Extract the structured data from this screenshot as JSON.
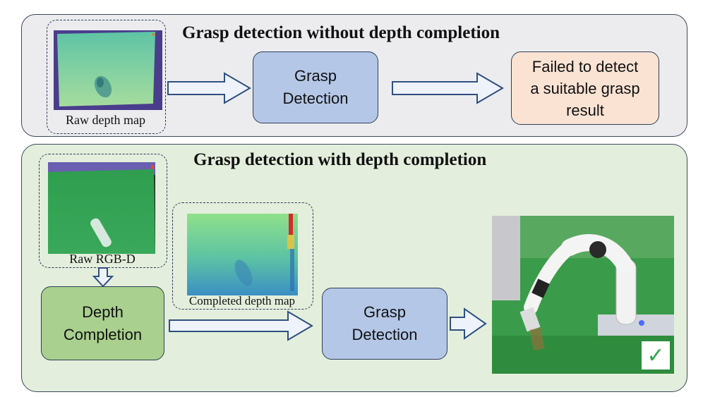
{
  "top": {
    "title": "Grasp detection without depth completion",
    "raw_depth_caption": "Raw depth map",
    "grasp_box": [
      "Grasp",
      "Detection"
    ],
    "result_box": [
      "Failed to detect",
      "a suitable grasp",
      "result"
    ]
  },
  "bottom": {
    "title": "Grasp detection with depth completion",
    "rgbd_caption": "Raw RGB-D",
    "completed_caption": "Completed depth map",
    "depth_box": [
      "Depth",
      "Completion"
    ],
    "grasp_box": [
      "Grasp",
      "Detection"
    ],
    "success_mark": "✓"
  },
  "colors": {
    "panel_top": "#ececef",
    "panel_bottom": "#e3efdc",
    "grasp_box": "#b4c7e7",
    "failed_box": "#fbe3d4",
    "depth_box": "#a9d08e",
    "check": "#2ba84a"
  }
}
